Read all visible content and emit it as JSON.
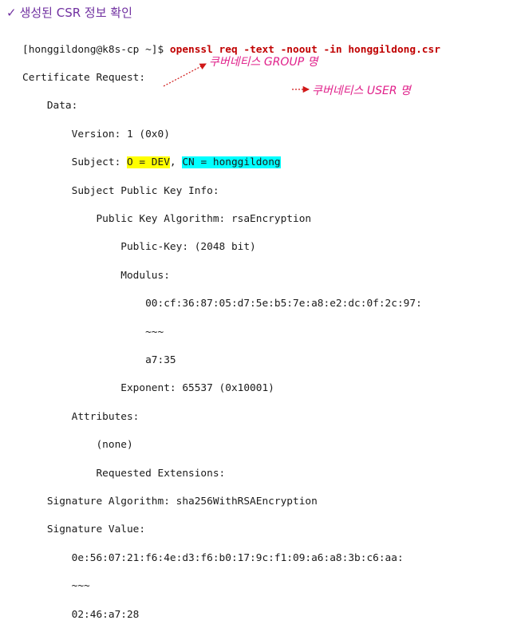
{
  "heading": {
    "check": "✓",
    "text": "생성된 CSR 정보 확인"
  },
  "terminal": {
    "prompt": "[honggildong@k8s-cp ~]$ ",
    "command": "openssl req -text -noout -in honggildong.csr",
    "lines": {
      "l1": "Certificate Request:",
      "l2": "    Data:",
      "l3": "        Version: 1 (0x0)",
      "subject_prefix": "        Subject: ",
      "subject_o": "O = DEV",
      "subject_sep": ", ",
      "subject_cn": "CN = honggildong",
      "l5": "        Subject Public Key Info:",
      "l6": "            Public Key Algorithm: rsaEncryption",
      "l7": "                Public-Key: (2048 bit)",
      "l8": "                Modulus:",
      "l9": "                    00:cf:36:87:05:d7:5e:b5:7e:a8:e2:dc:0f:2c:97:",
      "l10": "                    ~~~",
      "l11": "                    a7:35",
      "l12": "                Exponent: 65537 (0x10001)",
      "l13": "        Attributes:",
      "l14": "            (none)",
      "l15": "            Requested Extensions:",
      "l16": "    Signature Algorithm: sha256WithRSAEncryption",
      "l17": "    Signature Value:",
      "l18": "        0e:56:07:21:f6:4e:d3:f6:b0:17:9c:f1:09:a6:a8:3b:c6:aa:",
      "l19": "        ~~~",
      "l20": "        02:46:a7:28"
    }
  },
  "annotations": {
    "group": "쿠버네티스 GROUP 명",
    "user": "쿠버네티스 USER 명"
  },
  "colors": {
    "accent": "#7030a0",
    "command": "#c00000",
    "annotation": "#e0208a",
    "highlight_o": "#ffff00",
    "highlight_cn": "#00ffff"
  }
}
